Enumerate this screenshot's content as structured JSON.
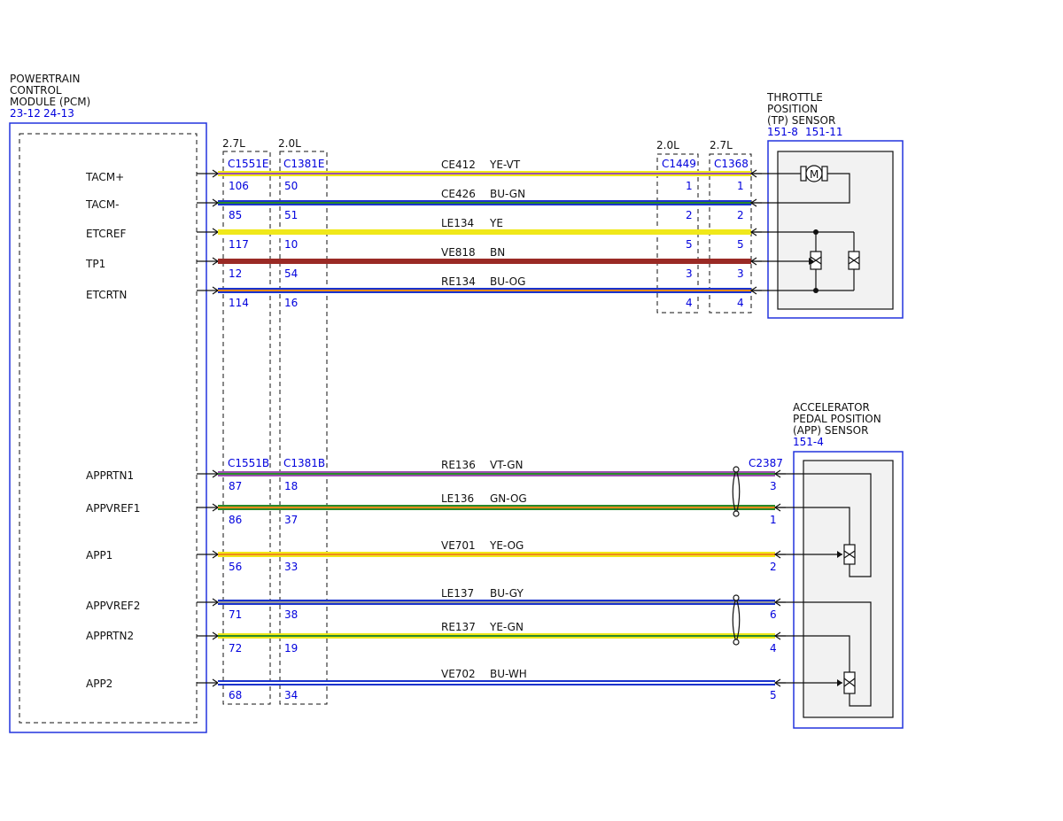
{
  "pcm": {
    "title_lines": [
      "POWERTRAIN",
      "CONTROL",
      "MODULE (PCM)"
    ],
    "refs": [
      "23-12",
      "24-13"
    ]
  },
  "tp_sensor": {
    "title_lines": [
      "THROTTLE",
      "POSITION",
      "(TP) SENSOR"
    ],
    "refs": [
      "151-8",
      "151-11"
    ],
    "motor_label": "M"
  },
  "app_sensor": {
    "title_lines": [
      "ACCELERATOR",
      "PEDAL POSITION",
      "(APP) SENSOR"
    ],
    "refs": [
      "151-4"
    ]
  },
  "engine_labels": {
    "left_a": "2.7L",
    "left_b": "2.0L",
    "right_a": "2.0L",
    "right_b": "2.7L"
  },
  "connectors": {
    "top_left_a": "C1551E",
    "top_left_b": "C1381E",
    "top_right_a": "C1449",
    "top_right_b": "C1368",
    "bottom_left_a": "C1551B",
    "bottom_left_b": "C1381B",
    "bottom_right": "C2387"
  },
  "colors": {
    "YE": "#f0e81a",
    "VT": "#9b4fb0",
    "BU": "#1a33cc",
    "GN": "#2a8a2a",
    "BN": "#9a2a25",
    "OG": "#f08a1a",
    "GY": "#9a9a9a",
    "WH": "#ffffff"
  },
  "circuits": [
    {
      "signal": "TACM+",
      "circuit": "CE412",
      "color": "YE-VT",
      "pin_a": "106",
      "pin_b": "50",
      "pin_c": "1",
      "pin_d": "1"
    },
    {
      "signal": "TACM-",
      "circuit": "CE426",
      "color": "BU-GN",
      "pin_a": "85",
      "pin_b": "51",
      "pin_c": "2",
      "pin_d": "2"
    },
    {
      "signal": "ETCREF",
      "circuit": "LE134",
      "color": "YE",
      "pin_a": "117",
      "pin_b": "10",
      "pin_c": "5",
      "pin_d": "5"
    },
    {
      "signal": "TP1",
      "circuit": "VE818",
      "color": "BN",
      "pin_a": "12",
      "pin_b": "54",
      "pin_c": "3",
      "pin_d": "3"
    },
    {
      "signal": "ETCRTN",
      "circuit": "RE134",
      "color": "BU-OG",
      "pin_a": "114",
      "pin_b": "16",
      "pin_c": "4",
      "pin_d": "4"
    },
    {
      "signal": "APPRTN1",
      "circuit": "RE136",
      "color": "VT-GN",
      "pin_a": "87",
      "pin_b": "18",
      "pin_d": "3"
    },
    {
      "signal": "APPVREF1",
      "circuit": "LE136",
      "color": "GN-OG",
      "pin_a": "86",
      "pin_b": "37",
      "pin_d": "1"
    },
    {
      "signal": "APP1",
      "circuit": "VE701",
      "color": "YE-OG",
      "pin_a": "56",
      "pin_b": "33",
      "pin_d": "2"
    },
    {
      "signal": "APPVREF2",
      "circuit": "LE137",
      "color": "BU-GY",
      "pin_a": "71",
      "pin_b": "38",
      "pin_d": "6"
    },
    {
      "signal": "APPRTN2",
      "circuit": "RE137",
      "color": "YE-GN",
      "pin_a": "72",
      "pin_b": "19",
      "pin_d": "4"
    },
    {
      "signal": "APP2",
      "circuit": "VE702",
      "color": "BU-WH",
      "pin_a": "68",
      "pin_b": "34",
      "pin_d": "5"
    }
  ]
}
